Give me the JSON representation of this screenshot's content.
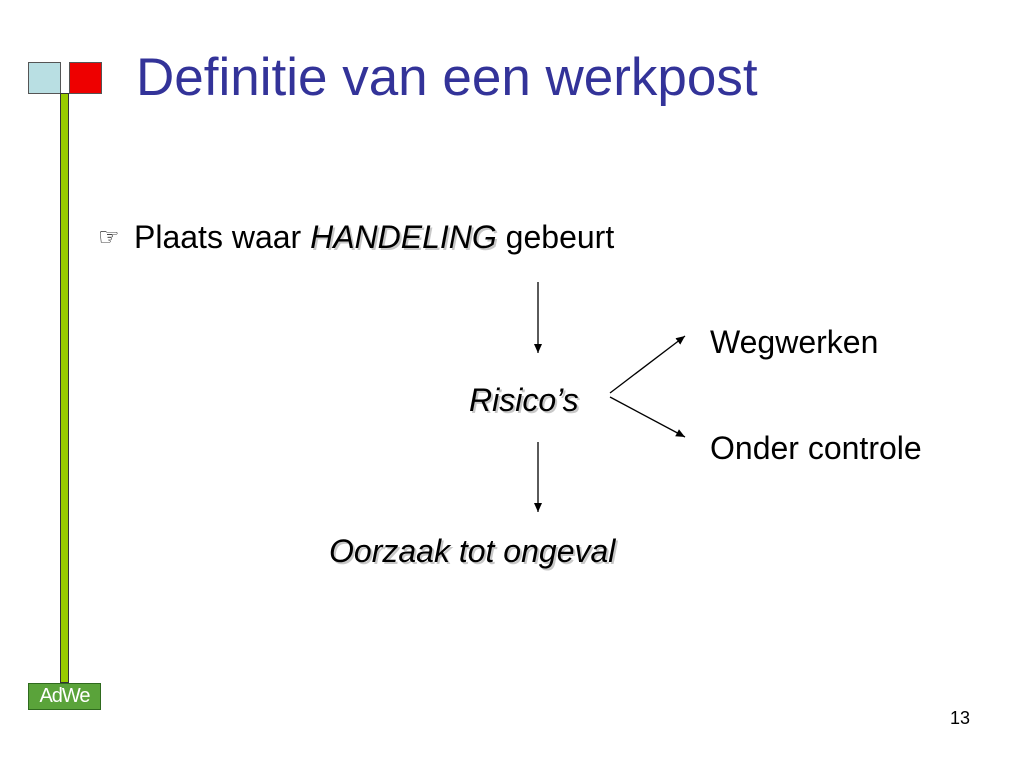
{
  "slide": {
    "title": "Definitie van een werkpost",
    "bullet": {
      "icon": "pointing-hand-icon",
      "prefix": "Plaats waar",
      "emphasis": "HANDELING",
      "suffix": "gebeurt"
    },
    "diagram": {
      "center": "Risico’s",
      "outcome": "Oorzaak tot ongeval",
      "branch_top": "Wegwerken",
      "branch_bottom": "Onder controle"
    },
    "logo_text": "AdWe",
    "page_number": "13"
  },
  "colors": {
    "title": "#333399",
    "accent_bar": "#99cc00",
    "square_blue": "#b9dfe3",
    "square_red": "#ee0000",
    "logo": "#5aa33a"
  }
}
